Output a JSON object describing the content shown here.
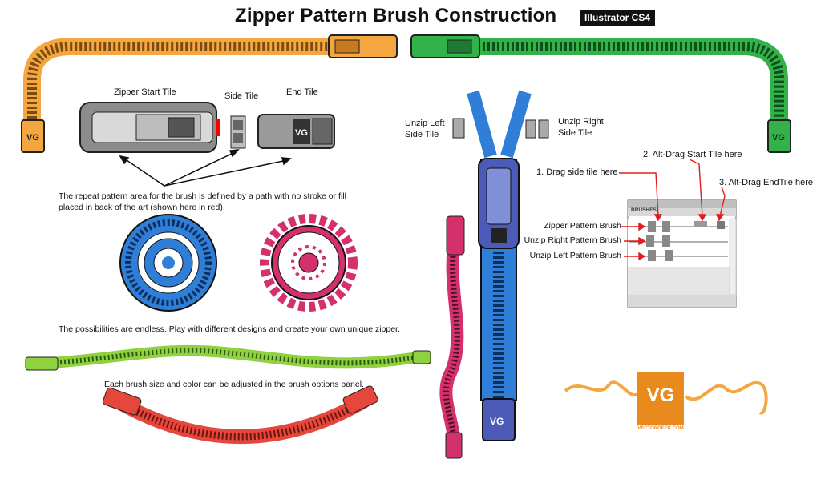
{
  "title": "Zipper Pattern Brush Construction",
  "badge": "Illustrator CS4",
  "tiles": {
    "start": "Zipper Start Tile",
    "side": "Side Tile",
    "end": "End Tile",
    "unzip_left": [
      "Unzip Left",
      "Side Tile"
    ],
    "unzip_right": [
      "Unzip Right",
      "Side Tile"
    ]
  },
  "captions": {
    "repeat_1": "The repeat pattern area for the brush is defined by a path with no stroke or fill",
    "repeat_2": "placed in back of the art (shown here in red).",
    "possibilities": "The possibilities are endless. Play with different designs and create your own unique zipper.",
    "brush_size": "Each brush size and color can be adjusted in the brush options panel."
  },
  "steps": {
    "step1": "1. Drag side tile here",
    "step2": "2. Alt-Drag Start Tile here",
    "step3": "3. Alt-Drag EndTile here"
  },
  "panel": {
    "title": "BRUSHES",
    "rows": [
      "Zipper Pattern Brush",
      "Unzip Right Pattern Brush",
      "Unzip Left Pattern Brush"
    ]
  },
  "logo": {
    "mark": "VG",
    "url": "VECTORGEEK.COM"
  },
  "colors": {
    "orange": "#f4a640",
    "green": "#33b24a",
    "blue": "#2f7fd9",
    "red": "#e5473d",
    "magenta": "#d4306c",
    "lime": "#8fd13f",
    "vg": "#e88a1c"
  }
}
